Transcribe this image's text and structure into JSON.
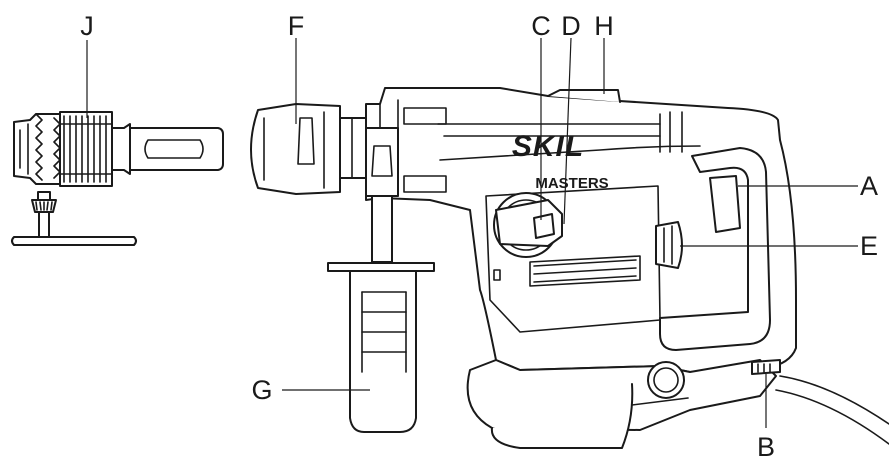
{
  "brand": {
    "logo_text": "SKIL",
    "series_text": "MASTERS"
  },
  "callouts": {
    "A": "A",
    "B": "B",
    "C": "C",
    "D": "D",
    "E": "E",
    "F": "F",
    "G": "G",
    "H": "H",
    "J": "J"
  },
  "colors": {
    "line": "#1a1a1a",
    "background": "#ffffff"
  }
}
